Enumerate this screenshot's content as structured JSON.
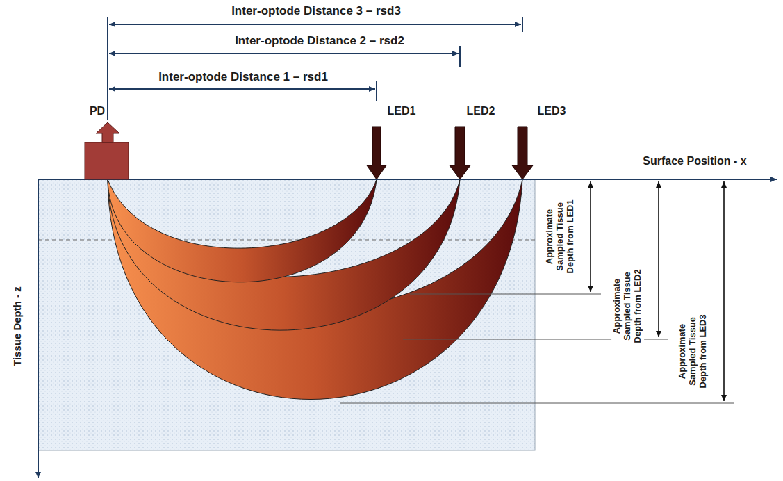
{
  "diagram": {
    "labels": [
      "Inter-optode Distance 3 – rsd3",
      "Inter-optode Distance 2 – rsd2",
      "Inter-optode Distance 1 – rsd1",
      "PD",
      "LED1",
      "LED2",
      "LED3",
      "Surface Position - x",
      "Tissue Depth - z",
      "Approximate Sampled Tissue Depth from LED1",
      "Approximate Sampled Tissue Depth from LED2",
      "Approximate Sampled Tissue Depth from LED3"
    ]
  }
}
